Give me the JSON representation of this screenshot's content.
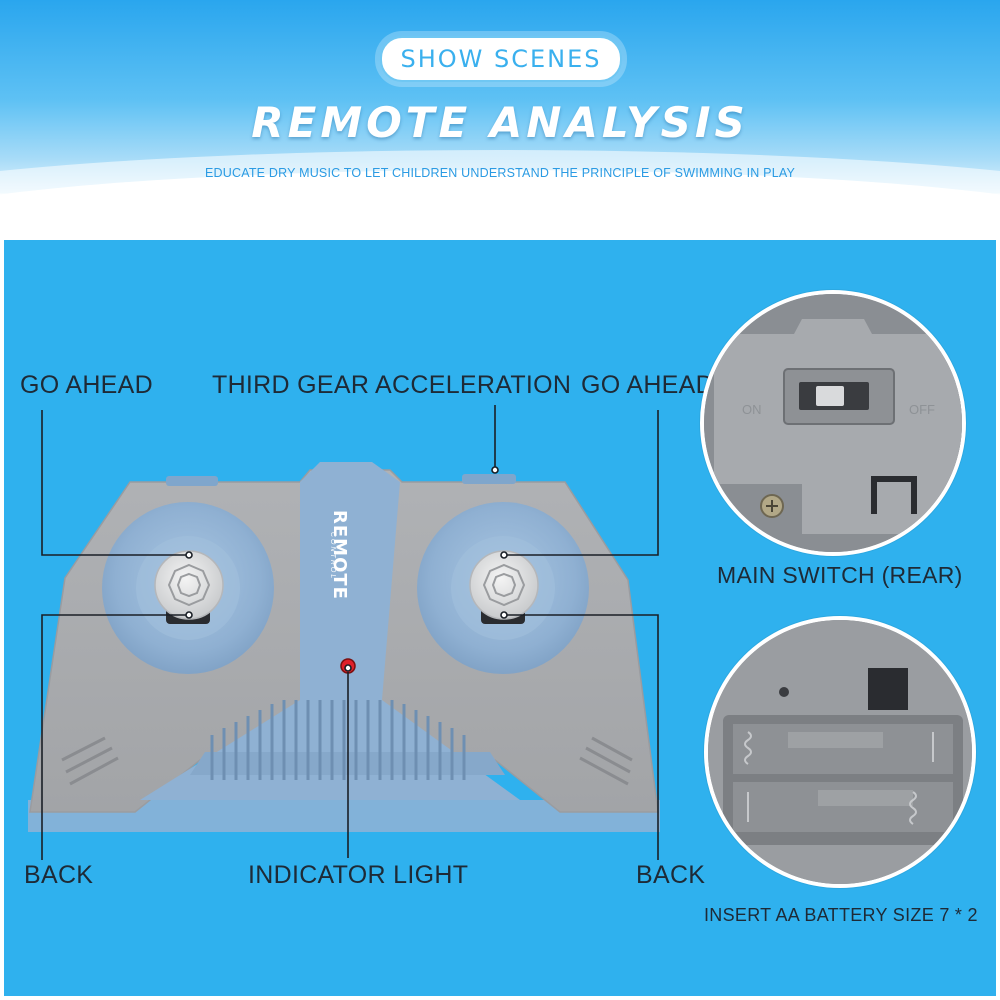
{
  "header": {
    "badge": "SHOW SCENES",
    "title": "REMOTE ANALYSIS",
    "subtitle": "EDUCATE DRY MUSIC TO LET CHILDREN UNDERSTAND THE PRINCIPLE OF SWIMMING IN PLAY"
  },
  "labels": {
    "go_ahead_left": "GO AHEAD",
    "third_gear": "THIRD GEAR ACCELERATION",
    "go_ahead_right": "GO AHEAD",
    "back_left": "BACK",
    "indicator": "INDICATOR LIGHT",
    "back_right": "BACK",
    "main_switch": "MAIN SWITCH (REAR)",
    "battery": "INSERT AA BATTERY SIZE 7 * 2"
  },
  "controller": {
    "logo_main": "REMOTE",
    "logo_sub": "CONTROL"
  },
  "switch_detail": {
    "on_label": "ON",
    "off_label": "OFF"
  },
  "colors": {
    "panel_blue": "#2fb1ee",
    "controller_gray": "#a8aaad",
    "controller_blue": "#8fb4d6",
    "indicator_red": "#e0202a"
  }
}
